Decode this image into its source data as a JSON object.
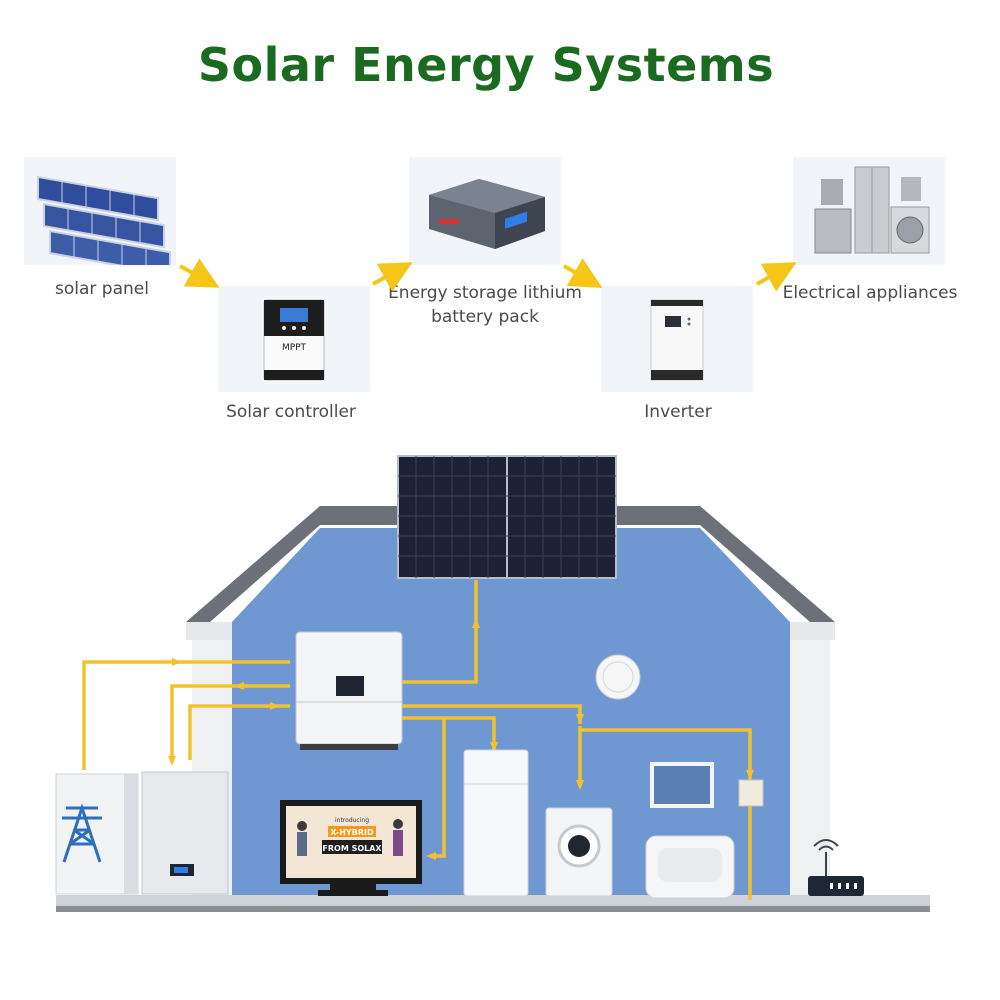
{
  "title": "Solar Energy Systems",
  "flow": {
    "solar_panel": "solar panel",
    "controller": "Solar controller",
    "controller_label": "MPPT",
    "battery_line1": "Energy storage lithium",
    "battery_line2": "battery pack",
    "inverter": "Inverter",
    "appliances": "Electrical  appliances"
  },
  "tv": {
    "line1": "introducing",
    "line2": "X-HYBRID",
    "line3": "FROM SOLAX"
  },
  "colors": {
    "title": "#1a6b1f",
    "flow_arrow": "#f5c518",
    "wall_blue": "#6f97d1",
    "roof": "#6b7079",
    "wire": "#f2c22e"
  }
}
